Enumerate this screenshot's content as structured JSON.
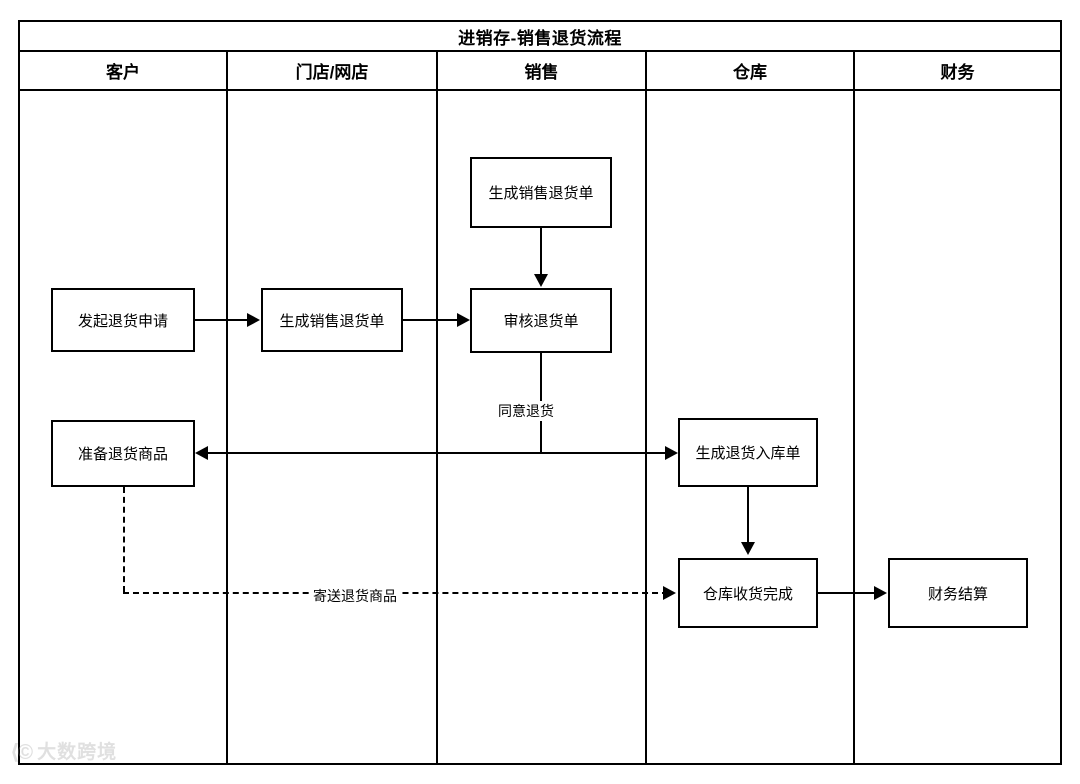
{
  "diagram": {
    "title": "进销存-销售退货流程",
    "type": "swimlane-flowchart",
    "lanes": [
      {
        "id": "customer",
        "label": "客户"
      },
      {
        "id": "store",
        "label": "门店/网店"
      },
      {
        "id": "sales",
        "label": "销售"
      },
      {
        "id": "warehouse",
        "label": "仓库"
      },
      {
        "id": "finance",
        "label": "财务"
      }
    ],
    "nodes": [
      {
        "id": "n1",
        "lane": "sales",
        "label": "生成销售退货单"
      },
      {
        "id": "n2",
        "lane": "customer",
        "label": "发起退货申请"
      },
      {
        "id": "n3",
        "lane": "store",
        "label": "生成销售退货单"
      },
      {
        "id": "n4",
        "lane": "sales",
        "label": "审核退货单"
      },
      {
        "id": "n5",
        "lane": "customer",
        "label": "准备退货商品"
      },
      {
        "id": "n6",
        "lane": "warehouse",
        "label": "生成退货入库单"
      },
      {
        "id": "n7",
        "lane": "warehouse",
        "label": "仓库收货完成"
      },
      {
        "id": "n8",
        "lane": "finance",
        "label": "财务结算"
      }
    ],
    "edges": [
      {
        "from": "n1",
        "to": "n4",
        "label": "",
        "style": "solid"
      },
      {
        "from": "n2",
        "to": "n3",
        "label": "",
        "style": "solid"
      },
      {
        "from": "n3",
        "to": "n4",
        "label": "",
        "style": "solid"
      },
      {
        "from": "n4",
        "to": "n6",
        "label": "同意退货",
        "style": "solid"
      },
      {
        "from": "n4",
        "to": "n5",
        "label": "",
        "style": "solid"
      },
      {
        "from": "n6",
        "to": "n7",
        "label": "",
        "style": "solid"
      },
      {
        "from": "n5",
        "to": "n7",
        "label": "寄送退货商品",
        "style": "dashed"
      },
      {
        "from": "n7",
        "to": "n8",
        "label": "",
        "style": "solid"
      }
    ],
    "edge_labels": {
      "approve_return": "同意退货",
      "ship_return_goods": "寄送退货商品"
    },
    "colors": {
      "stroke": "#000000",
      "background": "#ffffff",
      "watermark": "#9a9a9a"
    }
  },
  "watermark": {
    "logo": "⟨©",
    "text": "大数跨境"
  }
}
